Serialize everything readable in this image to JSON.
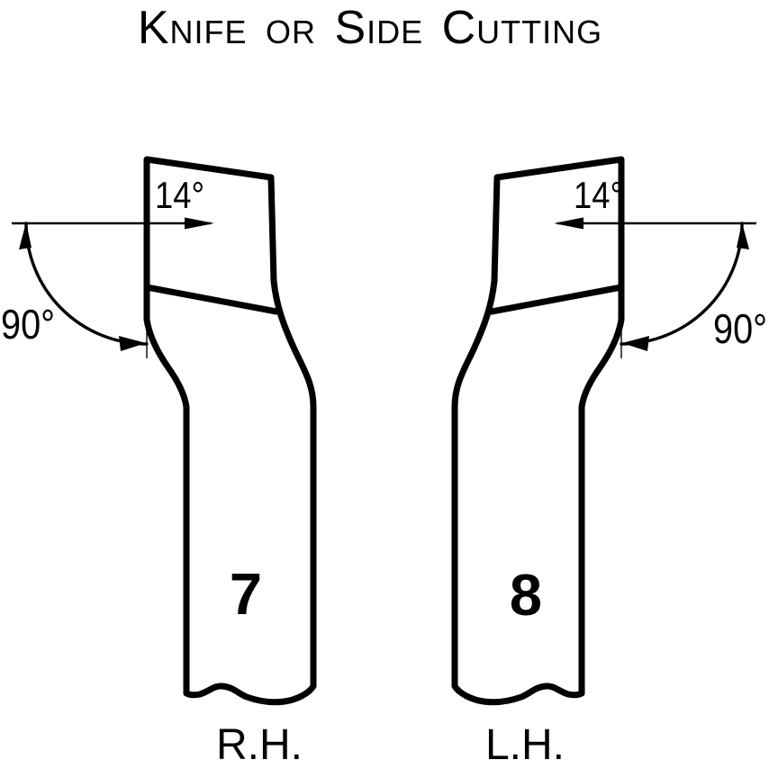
{
  "title": "Knife or Side Cutting",
  "tools": {
    "left": {
      "rake_angle": "14°",
      "edge_angle": "90°",
      "number": "7",
      "hand": "R.H."
    },
    "right": {
      "rake_angle": "14°",
      "edge_angle": "90°",
      "number": "8",
      "hand": "L.H."
    }
  },
  "colors": {
    "ink": "#000000",
    "background": "#ffffff"
  }
}
